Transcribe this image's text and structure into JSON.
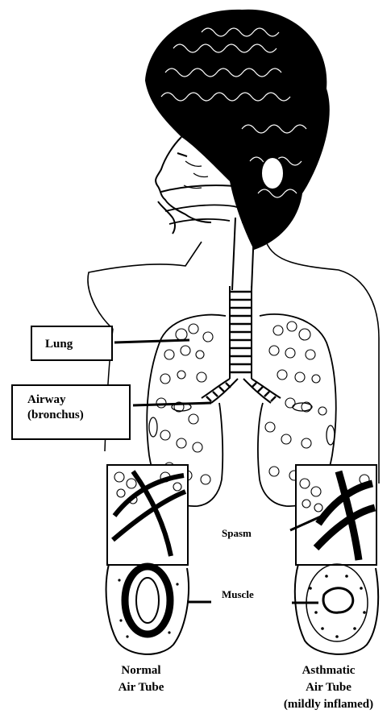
{
  "labels": {
    "lung": "Lung",
    "airway_line1": "Airway",
    "airway_line2": "(bronchus)",
    "spasm": "Spasm",
    "muscle": "Muscle",
    "normal_line1": "Normal",
    "normal_line2": "Air Tube",
    "asthmatic_line1": "Asthmatic",
    "asthmatic_line2": "Air Tube",
    "asthmatic_line3": "(mildly inflamed)"
  },
  "colors": {
    "ink": "#000000",
    "background": "#ffffff"
  }
}
